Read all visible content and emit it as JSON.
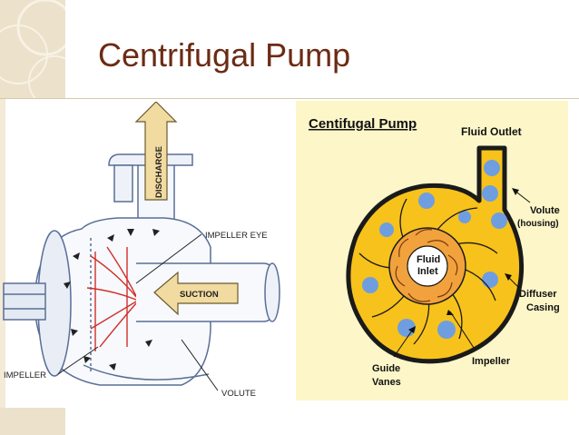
{
  "slide": {
    "title": "Centrifugal Pump"
  },
  "left_diagram": {
    "labels": {
      "discharge": "DISCHARGE",
      "impeller_eye": "IMPELLER EYE",
      "suction": "SUCTION",
      "impeller": "IMPELLER",
      "volute": "VOLUTE"
    }
  },
  "right_diagram": {
    "title": "Centifugal Pump",
    "labels": {
      "fluid_outlet": "Fluid Outlet",
      "volute": "Volute",
      "housing": "(housing)",
      "fluid_inlet_1": "Fluid",
      "fluid_inlet_2": "Inlet",
      "diffuser_1": "Diffuser",
      "diffuser_2": "Casing",
      "impeller": "Impeller",
      "guide_1": "Guide",
      "guide_2": "Vanes"
    },
    "colors": {
      "background": "#fcf6c9",
      "casing_fill": "#f7c21b",
      "impeller_fill": "#f2a23c",
      "bubble": "#6e9ee0",
      "inlet_fill": "#ffffff",
      "outline": "#1a1a1a"
    }
  },
  "colors": {
    "title": "#6b2b14",
    "decor": "#ece1cb"
  }
}
